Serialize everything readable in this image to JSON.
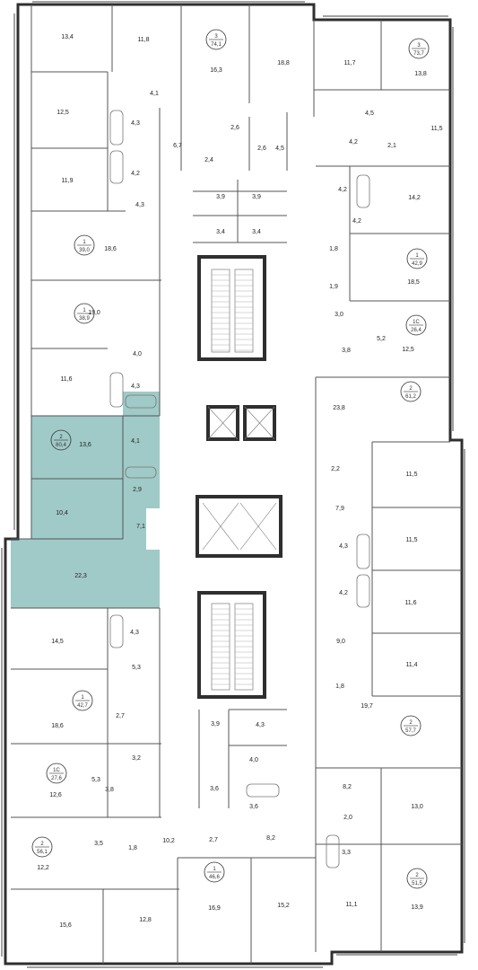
{
  "colors": {
    "background": "#ffffff",
    "wall": "#2f2f2f",
    "thin_wall": "#555555",
    "highlight": "#9fcac7",
    "badge": "#ffffff",
    "text": "#333333"
  },
  "selected_apartment": {
    "rooms": "2",
    "area": "60,4"
  },
  "apartments": [
    {
      "rooms": "3",
      "area": "74,1"
    },
    {
      "rooms": "3",
      "area": "73,7"
    },
    {
      "rooms": "1",
      "area": "39,0"
    },
    {
      "rooms": "1",
      "area": "42,9"
    },
    {
      "rooms": "1",
      "area": "38,9"
    },
    {
      "rooms": "1C",
      "area": "26,4"
    },
    {
      "rooms": "2",
      "area": "61,2"
    },
    {
      "rooms": "1",
      "area": "42,7"
    },
    {
      "rooms": "2",
      "area": "57,7"
    },
    {
      "rooms": "1C",
      "area": "27,6"
    },
    {
      "rooms": "2",
      "area": "56,1"
    },
    {
      "rooms": "2",
      "area": "51,5"
    },
    {
      "rooms": "1",
      "area": "46,6"
    }
  ],
  "room_labels": [
    "13,4",
    "11,8",
    "16,3",
    "18,8",
    "11,7",
    "13,8",
    "4,1",
    "12,5",
    "4,3",
    "6,7",
    "2,6",
    "2,6",
    "4,5",
    "4,5",
    "4,2",
    "2,1",
    "11,5",
    "11,9",
    "4,2",
    "2,4",
    "4,2",
    "14,2",
    "4,3",
    "3,9",
    "3,9",
    "4,2",
    "18,6",
    "3,4",
    "3,4",
    "1,8",
    "18,5",
    "19,0",
    "1,9",
    "3,0",
    "5,2",
    "12,5",
    "4,0",
    "3,8",
    "11,6",
    "4,3",
    "23,8",
    "13,6",
    "4,1",
    "2,2",
    "11,5",
    "10,4",
    "2,9",
    "7,9",
    "7,1",
    "11,5",
    "22,3",
    "4,3",
    "4,2",
    "11,6",
    "14,5",
    "4,3",
    "5,3",
    "9,0",
    "11,4",
    "1,8",
    "18,6",
    "3,9",
    "4,3",
    "19,7",
    "2,7",
    "4,0",
    "3,2",
    "5,3",
    "3,8",
    "12,6",
    "3,6",
    "3,6",
    "8,2",
    "2,0",
    "13,0",
    "3,5",
    "1,8",
    "10,2",
    "2,7",
    "8,2",
    "3,3",
    "12,2",
    "15,6",
    "12,8",
    "16,9",
    "15,2",
    "11,1",
    "13,9"
  ]
}
